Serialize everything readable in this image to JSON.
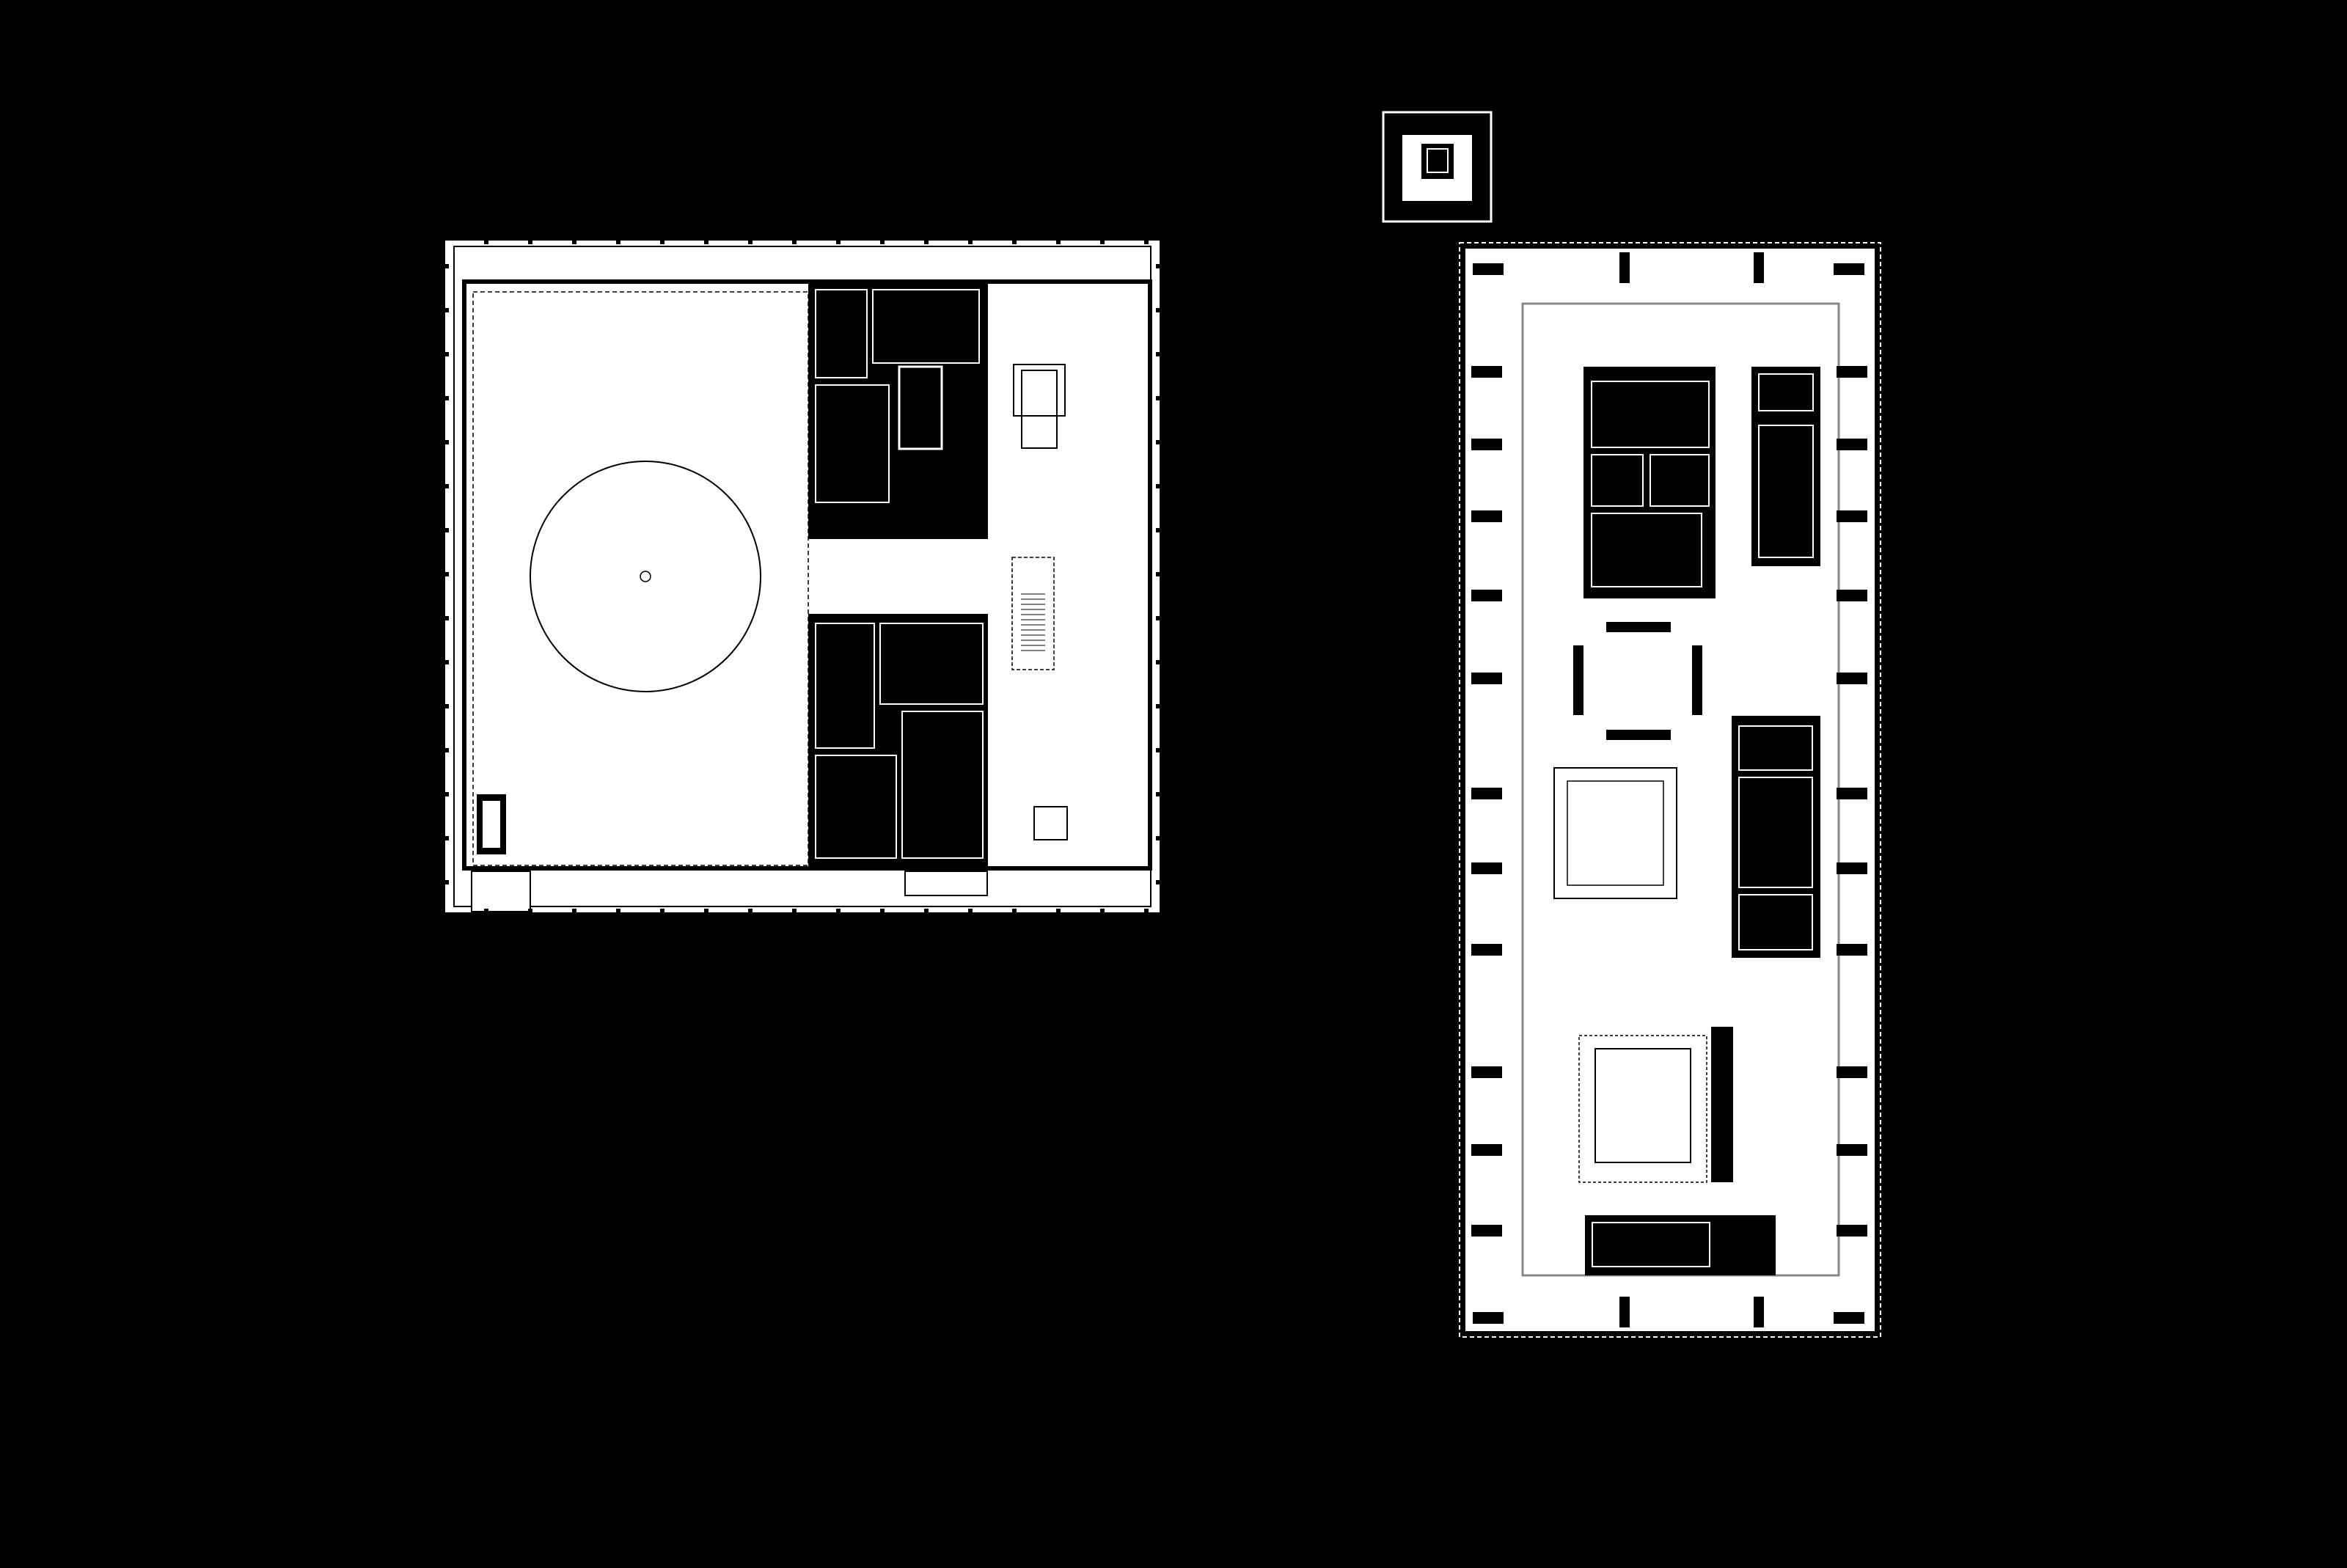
{
  "drawing": {
    "background_color": "#000000",
    "floor_color": "#ffffff",
    "line_color": "#000000",
    "plans": [
      {
        "name": "left-floor-plan",
        "features": [
          "circular-hall",
          "service-cores",
          "stairs",
          "lift"
        ]
      },
      {
        "name": "pavilion-plan",
        "features": [
          "stair-core"
        ]
      },
      {
        "name": "right-floor-plan",
        "features": [
          "perimeter-columns",
          "restroom-core",
          "stair-cores",
          "square-rooms"
        ]
      }
    ]
  }
}
